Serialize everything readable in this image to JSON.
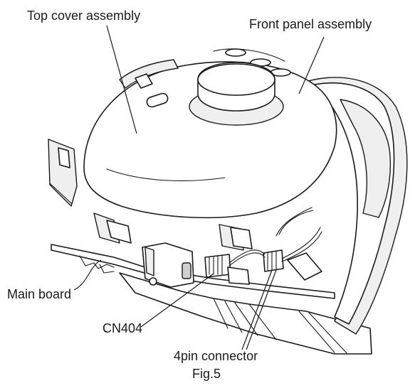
{
  "figure": {
    "caption": "Fig.5",
    "labels": {
      "top_cover": "Top cover assembly",
      "front_panel": "Front panel assembly",
      "main_board": "Main board",
      "cn404": "CN404",
      "pin4_connector": "4pin connector"
    }
  }
}
